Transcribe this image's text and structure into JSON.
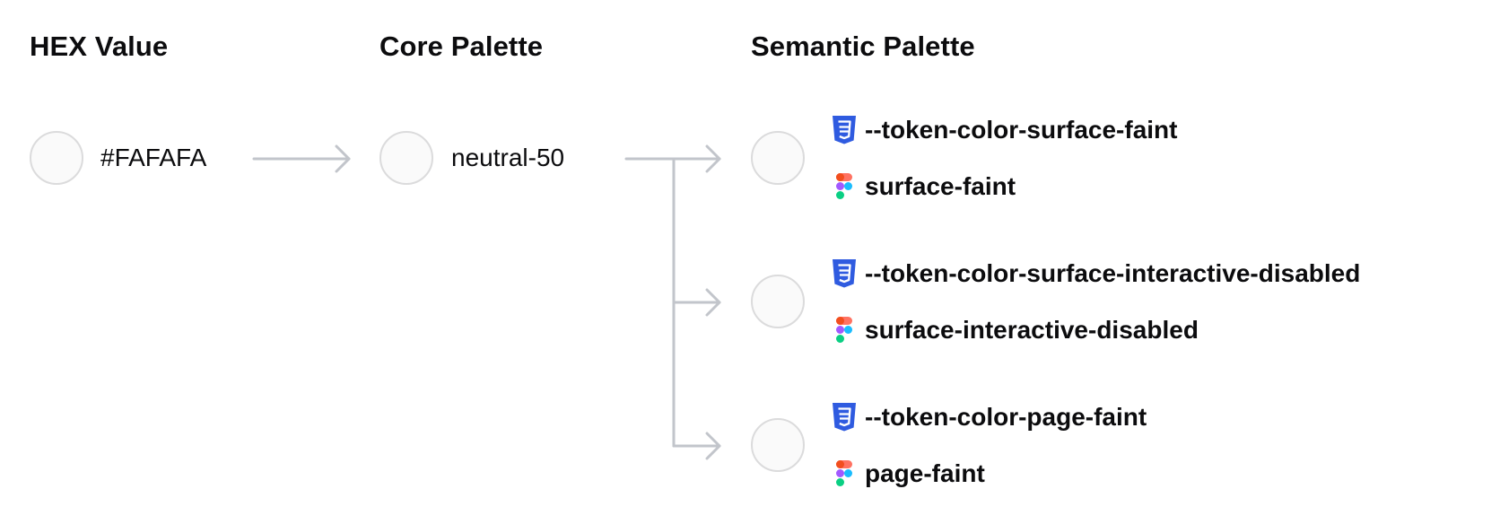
{
  "headings": {
    "hex": "HEX Value",
    "core": "Core Palette",
    "semantic": "Semantic Palette"
  },
  "hex_value": {
    "label": "#FAFAFA",
    "swatch_color": "#FAFAFA"
  },
  "core_palette": {
    "label": "neutral-50",
    "swatch_color": "#FAFAFA"
  },
  "semantic_tokens": [
    {
      "css_token": "--token-color-surface-faint",
      "figma_token": "surface-faint",
      "swatch_color": "#FAFAFA"
    },
    {
      "css_token": "--token-color-surface-interactive-disabled",
      "figma_token": "surface-interactive-disabled",
      "swatch_color": "#FAFAFA"
    },
    {
      "css_token": "--token-color-page-faint",
      "figma_token": "page-faint",
      "swatch_color": "#FAFAFA"
    }
  ],
  "icons": {
    "css": "css3-icon",
    "figma": "figma-icon"
  },
  "colors": {
    "connector": "#c2c5cb",
    "swatch_border": "#dbdbdc",
    "css_icon": "#2f5be0"
  }
}
